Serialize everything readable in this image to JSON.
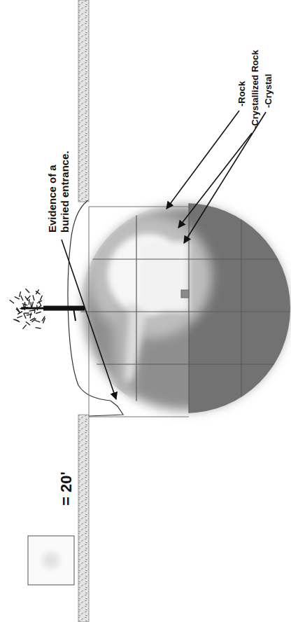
{
  "diagram": {
    "labels": [
      "-Rock",
      "-Crystallized Rock",
      "-Crystal",
      "Evidence of a buried entrance.",
      "= 20'"
    ]
  }
}
